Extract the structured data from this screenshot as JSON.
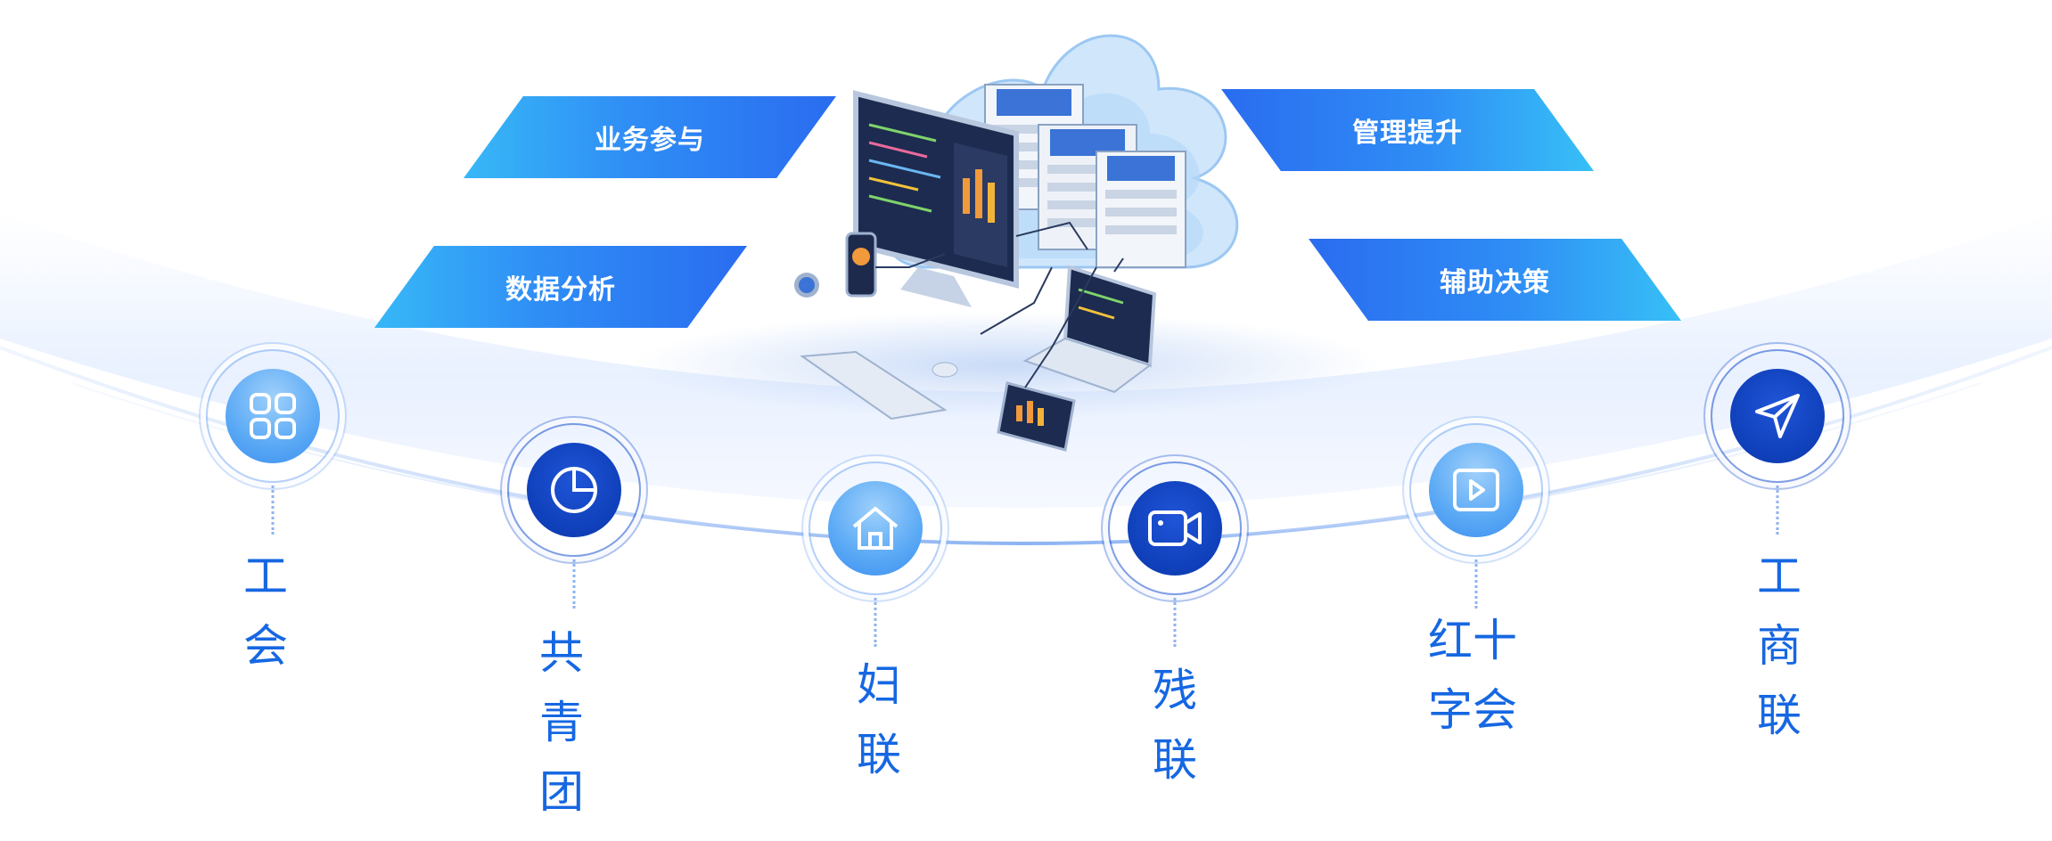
{
  "banners": {
    "business": "业务参与",
    "data_analysis": "数据分析",
    "management": "管理提升",
    "decision": "辅助决策"
  },
  "nodes": [
    {
      "label": "工\n会",
      "icon": "grid-icon",
      "style": "light"
    },
    {
      "label": "共\n青\n团",
      "icon": "pie-chart-icon",
      "style": "dark"
    },
    {
      "label": "妇\n联",
      "icon": "home-icon",
      "style": "light"
    },
    {
      "label": "残\n联",
      "icon": "video-camera-icon",
      "style": "dark"
    },
    {
      "label": "红十\n字会",
      "icon": "play-icon",
      "style": "light"
    },
    {
      "label": "工\n商\n联",
      "icon": "send-icon",
      "style": "dark"
    }
  ],
  "colors": {
    "accent_dark": "#0f3fb9",
    "accent_light": "#5aa9f5",
    "label_text": "#1667e2"
  }
}
